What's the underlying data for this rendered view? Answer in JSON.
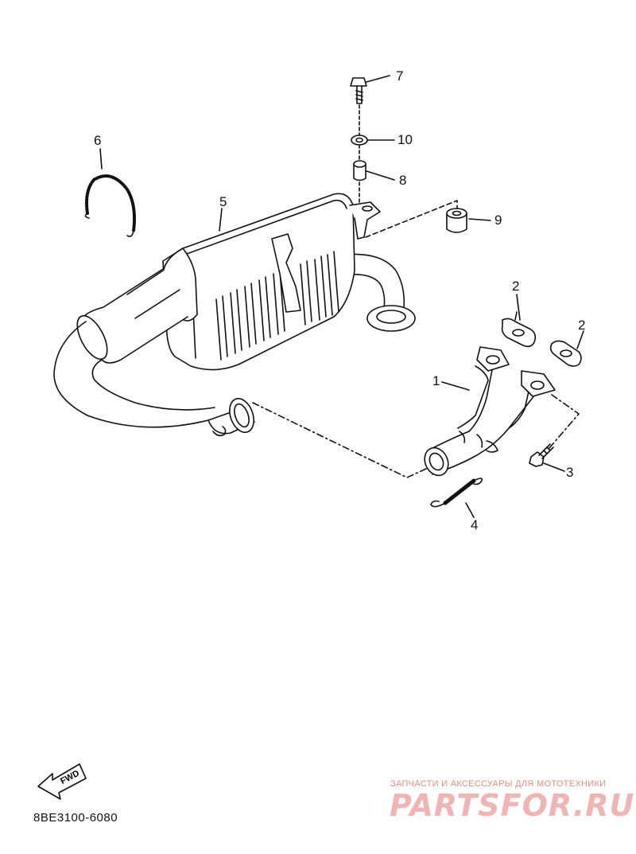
{
  "callouts": {
    "c1": "1",
    "c2a": "2",
    "c2b": "2",
    "c3": "3",
    "c4": "4",
    "c5": "5",
    "c6": "6",
    "c7": "7",
    "c8": "8",
    "c9": "9",
    "c10": "10"
  },
  "fwd_label": "FWD",
  "diagram_ref": "8BE3100-6080",
  "watermark": {
    "tagline": "ЗАПЧАСТИ И АКСЕССУАРЫ ДЛЯ МОТОТЕХНИКИ",
    "brand": "PARTSFOR.RU"
  }
}
